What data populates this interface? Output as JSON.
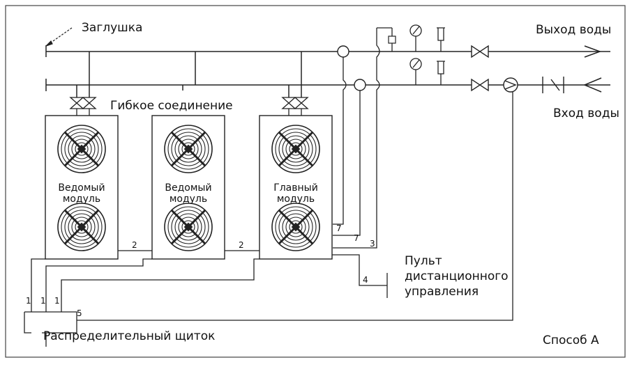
{
  "labels": {
    "plug": "Заглушка",
    "flexible_joint": "Гибкое соединение",
    "water_out": "Выход воды",
    "water_in": "Вход воды",
    "remote_line1": "Пульт",
    "remote_line2": "дистанционного",
    "remote_line3": "управления",
    "switchboard": "Распределительный щиток",
    "method": "Способ А"
  },
  "modules": [
    {
      "line1": "Ведомый",
      "line2": "модуль"
    },
    {
      "line1": "Ведомый",
      "line2": "модуль"
    },
    {
      "line1": "Главный",
      "line2": "модуль"
    }
  ],
  "wire_numbers": {
    "link_a": "2",
    "link_b": "2",
    "sensor_a": "7",
    "sensor_b": "7",
    "pump": "3",
    "remote": "4",
    "supply": "5",
    "feed_a": "1",
    "feed_b": "1",
    "feed_c": "1"
  }
}
